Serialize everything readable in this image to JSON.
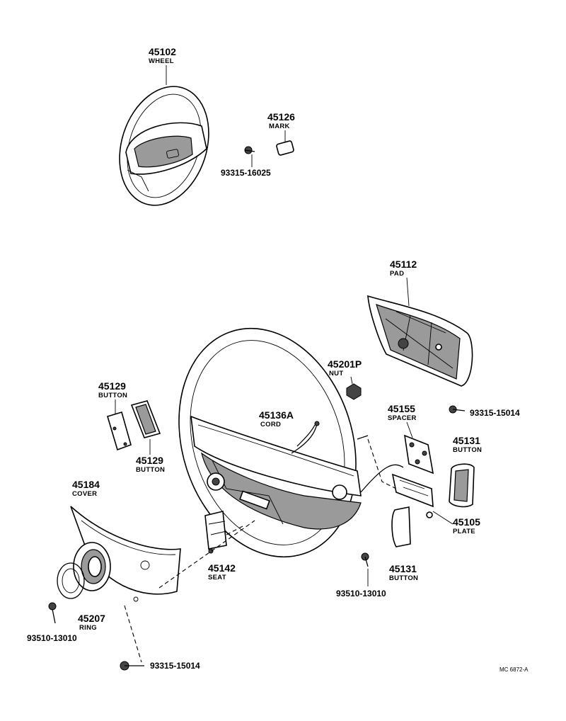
{
  "labels": {
    "wheel_top": {
      "number": "45102",
      "name": "WHEEL"
    },
    "mark": {
      "number": "45126",
      "name": "MARK"
    },
    "screw_mark": {
      "code": "93315-16025"
    },
    "pad": {
      "number": "45112",
      "name": "PAD"
    },
    "nut": {
      "number": "45201P",
      "name": "NUT"
    },
    "button_left_a": {
      "number": "45129",
      "name": "BUTTON"
    },
    "button_left_b": {
      "number": "45129",
      "name": "BUTTON"
    },
    "cord": {
      "number": "45136A",
      "name": "CORD"
    },
    "spacer": {
      "number": "45155",
      "name": "SPACER"
    },
    "screw_right": {
      "code": "93315-15014"
    },
    "button_right_a": {
      "number": "45131",
      "name": "BUTTON"
    },
    "plate": {
      "number": "45105",
      "name": "PLATE"
    },
    "button_right_b": {
      "number": "45131",
      "name": "BUTTON"
    },
    "cover": {
      "number": "45184",
      "name": "COVER"
    },
    "seat": {
      "number": "45142",
      "name": "SEAT"
    },
    "screw_mid": {
      "code": "93510-13010"
    },
    "ring": {
      "number": "45207",
      "name": "RING"
    },
    "screw_left": {
      "code": "93510-13010"
    },
    "screw_bottom": {
      "code": "93315-15014"
    }
  },
  "reference": "MC 6872-A"
}
